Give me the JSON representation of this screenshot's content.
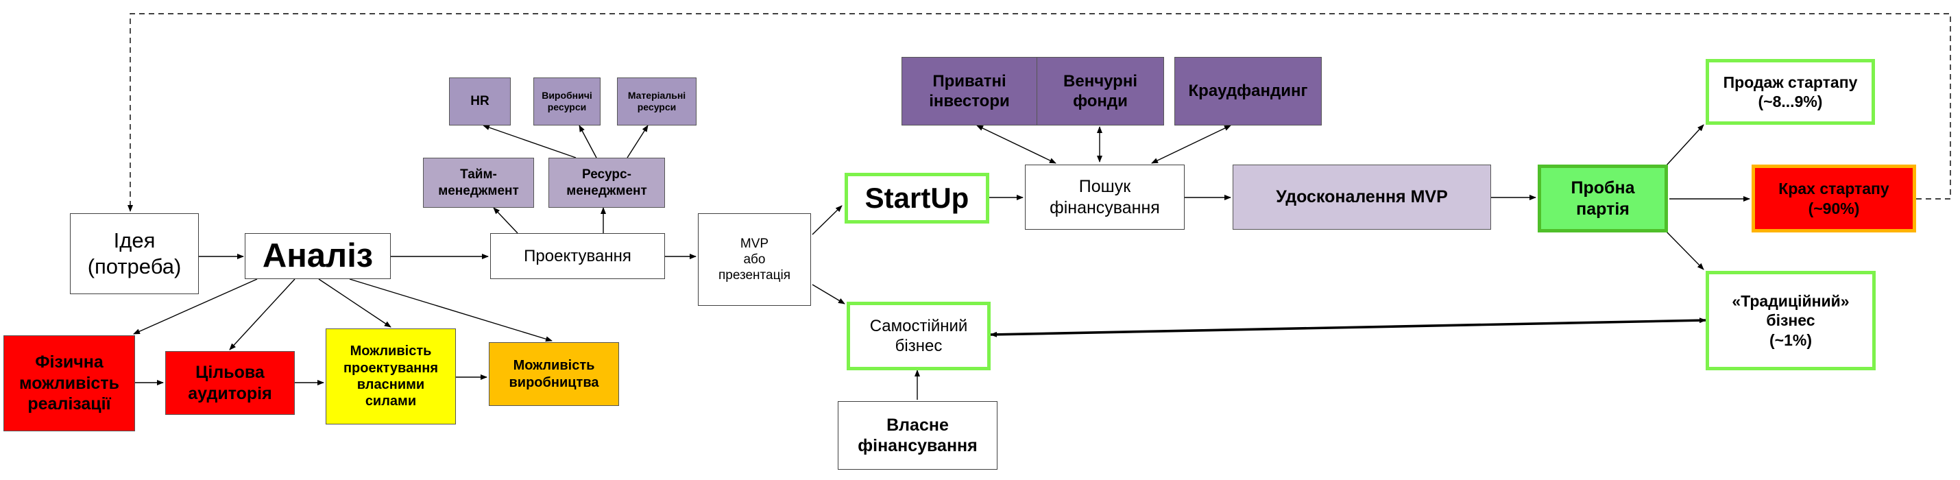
{
  "boxes": {
    "idea": "Ідея (потреба)",
    "analysis": "Аналіз",
    "design": "Проектування",
    "mvp": "MVP\nабо\nпрезентація",
    "time_mgmt": "Тайм-\nменеджмент",
    "resource_mgmt": "Ресурс-\nменеджмент",
    "hr": "HR",
    "production_resources": "Виробничі\nресурси",
    "material_resources": "Матеріальні\nресурси",
    "physical_feasibility": "Фізична\nможливість\nреалізації",
    "target_audience": "Цільова\nаудиторія",
    "own_design_capability": "Можливість\nпроектування\nвласними\nсилами",
    "production_capability": "Можливість\nвиробництва",
    "startup": "StartUp",
    "private_investors": "Приватні\nінвестори",
    "venture_funds": "Венчурні\nфонди",
    "crowdfunding": "Краудфандинг",
    "funding_search": "Пошук\nфінансування",
    "mvp_improvement": "Удосконалення MVP",
    "trial_batch": "Пробна\nпартія",
    "startup_sale": "Продаж стартапу\n(~8...9%)",
    "startup_crash": "Крах стартапу\n(~90%)",
    "traditional_business": "«Традиційний»\nбізнес\n(~1%)",
    "independent_business": "Самостійний\nбізнес",
    "own_funding": "Власне\nфінансування"
  },
  "colors": {
    "white_box": "#ffffff",
    "lavender_box": "#b4a7c6",
    "purple_box": "#7f649f",
    "lilac_box": "#cfc5dc",
    "red_box": "#ff0000",
    "yellow_box": "#ffff00",
    "orange_box": "#ffc000",
    "green_border": "#7df24b",
    "green_fill": "#6ff56b",
    "crash_border": "#ffb300"
  }
}
